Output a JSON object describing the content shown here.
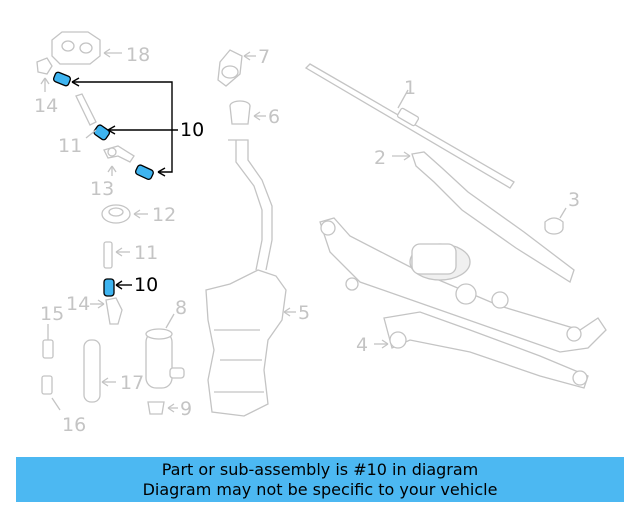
{
  "diagram": {
    "callouts": {
      "c1": "1",
      "c2": "2",
      "c3": "3",
      "c4": "4",
      "c5": "5",
      "c6": "6",
      "c7": "7",
      "c8": "8",
      "c9": "9",
      "c10a": "10",
      "c10b": "10",
      "c11a": "11",
      "c11b": "11",
      "c12": "12",
      "c13": "13",
      "c14a": "14",
      "c14b": "14",
      "c15": "15",
      "c16": "16",
      "c17": "17",
      "c18": "18"
    },
    "highlighted_part": "10",
    "colors": {
      "highlight": "#3eb4f0",
      "faded": "#c4c4c4",
      "banner": "#4cb8f2"
    }
  },
  "banner": {
    "line1": "Part or sub-assembly is #10 in diagram",
    "line2": "Diagram may not be specific to your vehicle"
  }
}
